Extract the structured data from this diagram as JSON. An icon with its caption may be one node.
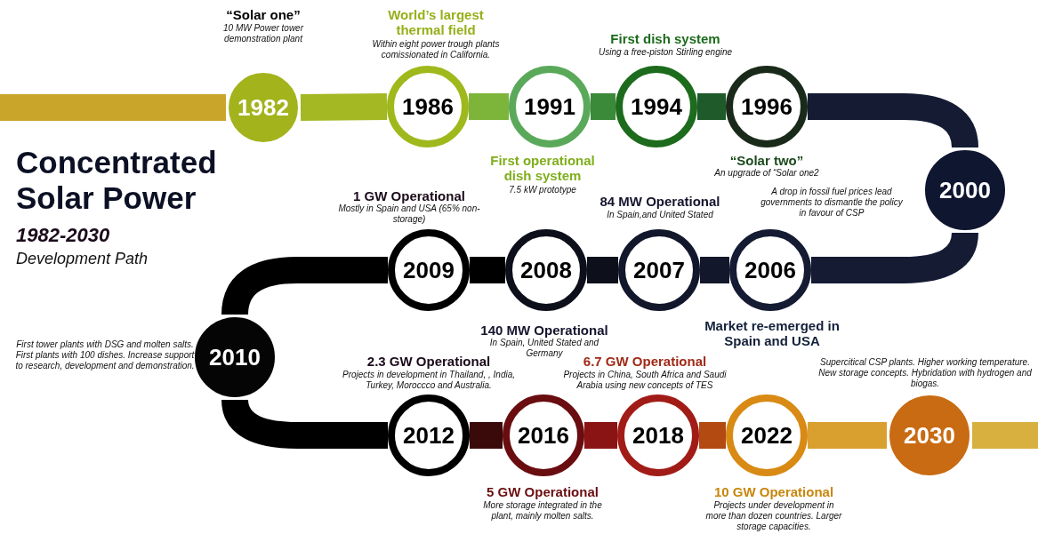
{
  "diagram": {
    "title": "Concentrated Solar Power",
    "nodes": [
      {
        "text": [
          "1982"
        ],
        "beside": [
          "“Solar one”",
          "10 MW Power tower demonstration plant"
        ]
      },
      {
        "text": [
          "1986"
        ],
        "beside": [
          "World’s largest thermal field",
          "Within eight power trough plants comissionated in California."
        ]
      },
      {
        "text": [
          "1991"
        ],
        "beside": [
          "First operational dish system",
          "7.5 kW prototype"
        ]
      },
      {
        "text": [
          "1994"
        ],
        "beside": [
          "First dish system",
          "Using a free-piston Stirling engine"
        ]
      },
      {
        "text": [
          "1996"
        ],
        "beside": [
          "“Solar two”",
          "An upgrade of “Solar one2"
        ]
      },
      {
        "text": [
          "2000"
        ],
        "beside": [
          "A drop in fossil fuel prices lead governments to dismantle the policy in favour of CSP"
        ]
      },
      {
        "text": [
          "2006"
        ],
        "beside": [
          "Market re-emerged in Spain and USA"
        ]
      },
      {
        "text": [
          "2007"
        ],
        "beside": [
          "84 MW Operational",
          "In Spain,and United Stated"
        ]
      },
      {
        "text": [
          "2008"
        ],
        "beside": [
          "140 MW Operational",
          "In Spain, United Stated and Germany"
        ]
      },
      {
        "text": [
          "2009"
        ],
        "beside": [
          "1 GW Operational",
          "Mostly in Spain and USA (65% non-storage)"
        ]
      },
      {
        "text": [
          "2010"
        ],
        "beside": [
          "First tower plants with DSG and molten salts. First plants with 100 dishes. Increase support to research, development and demonstration."
        ]
      },
      {
        "text": [
          "2012"
        ],
        "beside": [
          "2.3 GW Operational",
          "Projects in development in Thailand, , India, Turkey, Moroccco  and Australia."
        ]
      },
      {
        "text": [
          "2016"
        ],
        "beside": [
          "5 GW Operational",
          "More storage integrated in the plant, mainly molten salts."
        ]
      },
      {
        "text": [
          "2018"
        ],
        "beside": [
          "6.7 GW Operational",
          "Projects in China, South Africa and Saudi Arabia using new concepts of TES"
        ]
      },
      {
        "text": [
          "2022"
        ],
        "beside": [
          "10 GW Operational",
          "Projects under development in more than dozen countries. Larger storage capacities."
        ]
      },
      {
        "text": [
          "2030"
        ],
        "beside": [
          "Supercitical CSP plants. Higher working temperature.  New storage concepts. Hybridation with hydrogen and biogas."
        ]
      }
    ],
    "edges": [
      {
        "from": null,
        "to": 0,
        "arrow": "none",
        "color": "#c9a62a"
      },
      {
        "from": 0,
        "to": 1,
        "arrow": "none",
        "color": "#a3b823"
      },
      {
        "from": 1,
        "to": 2,
        "arrow": "none",
        "color": "#7db53a"
      },
      {
        "from": 2,
        "to": 3,
        "arrow": "none",
        "color": "#3a8a3a"
      },
      {
        "from": 3,
        "to": 4,
        "arrow": "none",
        "color": "#1f5a2a"
      },
      {
        "from": 4,
        "to": 5,
        "arrow": "none",
        "color": "#141b33"
      },
      {
        "from": 5,
        "to": 6,
        "arrow": "none",
        "color": "#141b33"
      },
      {
        "from": 6,
        "to": 7,
        "arrow": "none",
        "color": "#12172b"
      },
      {
        "from": 7,
        "to": 8,
        "arrow": "none",
        "color": "#0d0f1a"
      },
      {
        "from": 8,
        "to": 9,
        "arrow": "none",
        "color": "#000000"
      },
      {
        "from": 9,
        "to": 10,
        "arrow": "none",
        "color": "#000000"
      },
      {
        "from": 10,
        "to": 11,
        "arrow": "none",
        "color": "#000000"
      },
      {
        "from": 11,
        "to": 12,
        "arrow": "none",
        "color": "#3a0a0a"
      },
      {
        "from": 12,
        "to": 13,
        "arrow": "none",
        "color": "#8a1414"
      },
      {
        "from": 13,
        "to": 14,
        "arrow": "none",
        "color": "#b24a12"
      },
      {
        "from": 14,
        "to": 15,
        "arrow": "none",
        "color": "#d9a030"
      },
      {
        "from": 15,
        "to": null,
        "arrow": "none",
        "color": "#d8b040"
      }
    ],
    "labels": [
      "1982-2030",
      "Development Path"
    ]
  }
}
